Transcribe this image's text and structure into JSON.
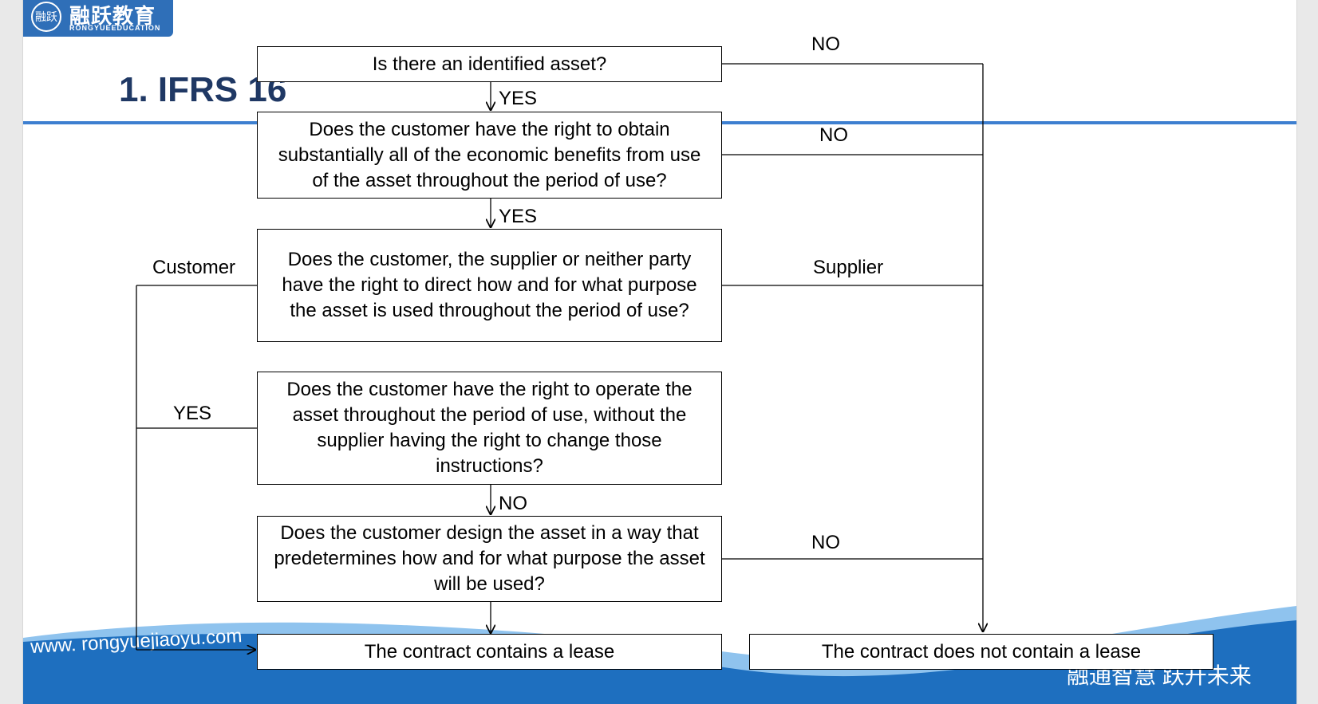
{
  "header": {
    "logo_mark": "融跃",
    "logo_cn": "融跃教育",
    "logo_en": "RONGYUEEDUCATION",
    "title": "1.  IFRS 16"
  },
  "flowchart": {
    "q1": "Is there an identified asset?",
    "q2": "Does the customer have the right to obtain substantially all of the economic benefits from use of the asset throughout the period of use?",
    "q3": "Does the customer, the supplier or neither party have the right to direct how and for what purpose the asset is used throughout the period of use?",
    "q4": "Does the customer have the right to operate the asset throughout the period of use, without the supplier having the right to change those instructions?",
    "q5": "Does the customer design the asset in a way that predetermines how and for what purpose the asset will be used?",
    "out_lease": "The contract contains a lease",
    "out_no_lease": "The contract does not contain a lease",
    "labels": {
      "no_1": "NO",
      "yes_1": "YES",
      "no_2": "NO",
      "yes_2": "YES",
      "customer": "Customer",
      "supplier": "Supplier",
      "yes_3": "YES",
      "no_3": "NO",
      "no_4": "NO"
    }
  },
  "footer": {
    "url": "www. rongyuejiaoyu.com",
    "slogan": "融通智慧  跃升未来"
  },
  "colors": {
    "brand_blue": "#2f6fb8",
    "rule_blue": "#3d7fd0",
    "title_navy": "#1f3864"
  }
}
